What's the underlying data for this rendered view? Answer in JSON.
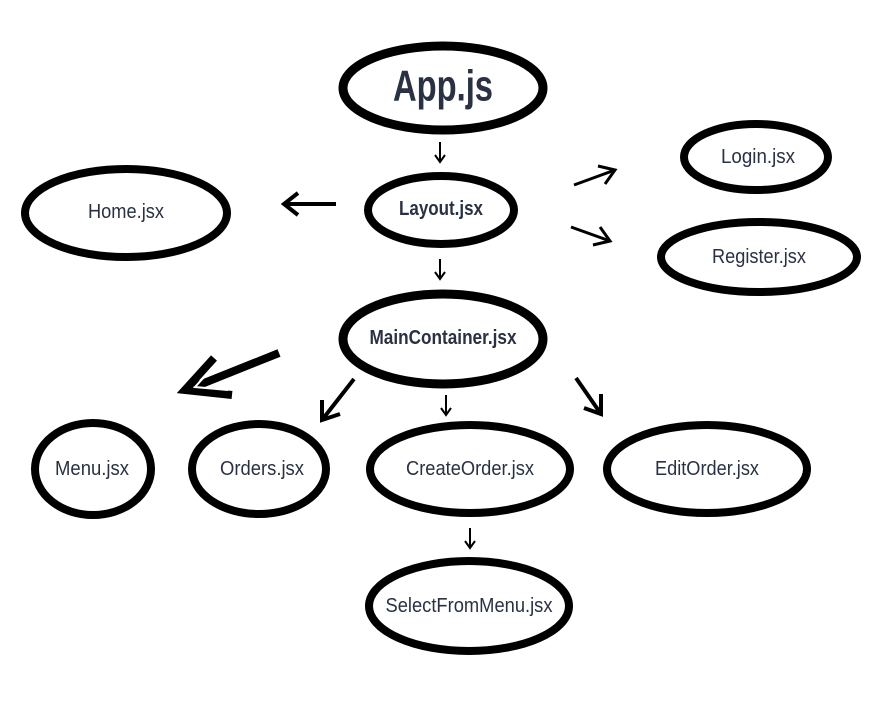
{
  "diagram": {
    "colors": {
      "node_stroke": "#000000",
      "node_fill": "#ffffff",
      "label_text": "#2a3142",
      "background": "#ffffff"
    },
    "nodes": {
      "app": "App.js",
      "layout": "Layout.jsx",
      "home": "Home.jsx",
      "login": "Login.jsx",
      "register": "Register.jsx",
      "main_container": "MainContainer.jsx",
      "menu": "Menu.jsx",
      "orders": "Orders.jsx",
      "create_order": "CreateOrder.jsx",
      "edit_order": "EditOrder.jsx",
      "select_from_menu": "SelectFromMenu.jsx"
    },
    "edges": [
      {
        "from": "App.js",
        "to": "Layout.jsx"
      },
      {
        "from": "Layout.jsx",
        "to": "Home.jsx"
      },
      {
        "from": "Layout.jsx",
        "to": "Login.jsx"
      },
      {
        "from": "Layout.jsx",
        "to": "Register.jsx"
      },
      {
        "from": "Layout.jsx",
        "to": "MainContainer.jsx"
      },
      {
        "from": "MainContainer.jsx",
        "to": "Menu.jsx"
      },
      {
        "from": "MainContainer.jsx",
        "to": "Orders.jsx"
      },
      {
        "from": "MainContainer.jsx",
        "to": "CreateOrder.jsx"
      },
      {
        "from": "MainContainer.jsx",
        "to": "EditOrder.jsx"
      },
      {
        "from": "CreateOrder.jsx",
        "to": "SelectFromMenu.jsx"
      }
    ]
  }
}
